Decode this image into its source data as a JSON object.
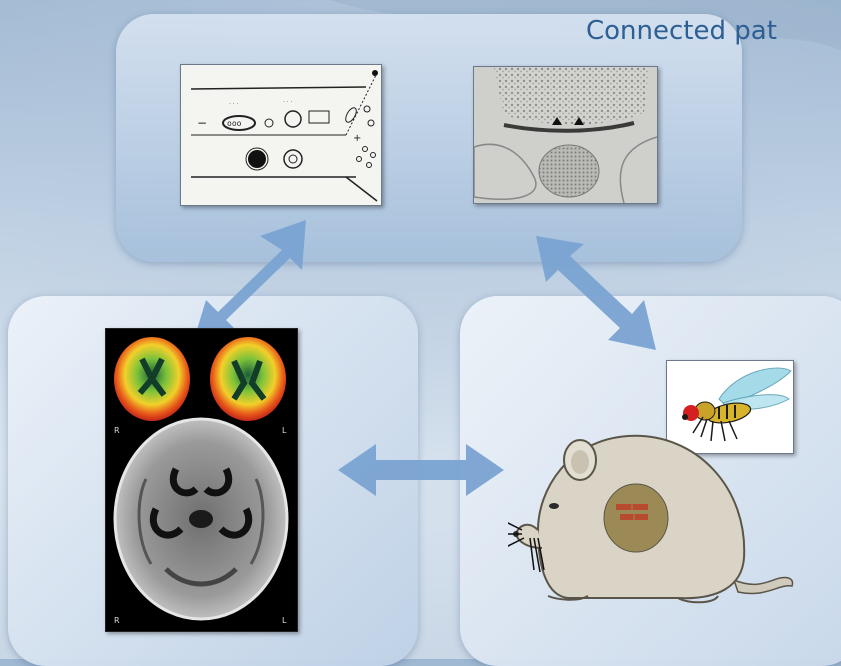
{
  "slide": {
    "title": "Connected pat"
  },
  "colors": {
    "title": "#2e5f94",
    "arrow": "#7aa3d2",
    "panel_top": "#a5bfdb",
    "panel_bottom": "#d9e4ef",
    "mouse_body": "#d9d4c6",
    "implant": "#9b8a55",
    "implant_marks": "#b84a2e"
  },
  "brain_scan": {
    "pet_left_marker": "R",
    "pet_right_marker": "L",
    "mri_left_marker": "R",
    "mri_right_marker": "L"
  },
  "icons": [
    "electrode-diagram",
    "electron-micrograph",
    "brain-scan",
    "fruit-fly",
    "lab-mouse",
    "double-arrow"
  ]
}
